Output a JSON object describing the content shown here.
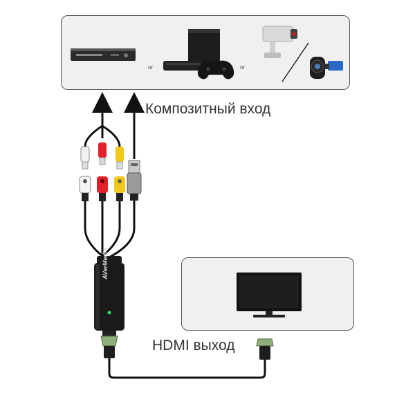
{
  "source_panel": {
    "or_1": "or",
    "or_2": "or"
  },
  "labels": {
    "composite_input": "Композитный вход",
    "hdmi_output": "HDMI выход"
  },
  "converter": {
    "brand": "AVerMedia"
  },
  "colors": {
    "panel_bg": "#f0f0f0",
    "rca_white": "#f2f2f2",
    "rca_red": "#e0202a",
    "rca_yellow": "#f2c81a",
    "usb_gray": "#9a9a9a",
    "led_green": "#2ee06a",
    "hdmi_green": "#8fae7a"
  },
  "icons": [
    "dvd-player-icon",
    "game-console-icon",
    "security-camera-icon",
    "camcorder-icon",
    "tv-monitor-icon"
  ]
}
